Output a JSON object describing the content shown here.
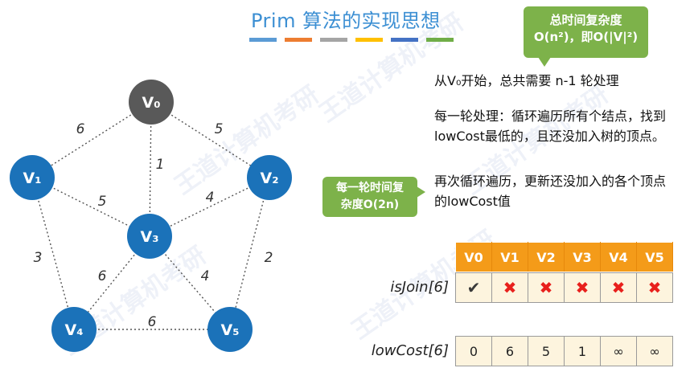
{
  "title": "Prim 算法的实现思想",
  "title_bar_colors": [
    "#5b9bd5",
    "#ed7d31",
    "#a5a5a5",
    "#ffc000",
    "#4472c4",
    "#70ad47"
  ],
  "callouts": {
    "total_time": {
      "line1": "总时间复杂度",
      "line2": "O(n²)，即O(|V|²)"
    },
    "per_round": {
      "line1": "每一轮时间复",
      "line2": "杂度O(2n)"
    }
  },
  "texts": {
    "start": "从V₀开始，总共需要 n-1 轮处理",
    "each_round": "每一轮处理：循环遍历所有个结点，找到lowCost最低的，且还没加入树的顶点。",
    "update": "再次循环遍历，更新还没加入的各个顶点的lowCost值"
  },
  "graph": {
    "nodes": [
      {
        "id": "v0",
        "label": "V₀",
        "color": "#595959"
      },
      {
        "id": "v1",
        "label": "V₁",
        "color": "#1b72b9"
      },
      {
        "id": "v2",
        "label": "V₂",
        "color": "#1b72b9"
      },
      {
        "id": "v3",
        "label": "V₃",
        "color": "#1b72b9"
      },
      {
        "id": "v4",
        "label": "V₄",
        "color": "#1b72b9"
      },
      {
        "id": "v5",
        "label": "V₅",
        "color": "#1b72b9"
      }
    ],
    "edges": [
      {
        "from": "v0",
        "to": "v1",
        "weight": "6"
      },
      {
        "from": "v0",
        "to": "v2",
        "weight": "5"
      },
      {
        "from": "v0",
        "to": "v3",
        "weight": "1"
      },
      {
        "from": "v1",
        "to": "v3",
        "weight": "5"
      },
      {
        "from": "v2",
        "to": "v3",
        "weight": "4"
      },
      {
        "from": "v1",
        "to": "v4",
        "weight": "3"
      },
      {
        "from": "v2",
        "to": "v5",
        "weight": "2"
      },
      {
        "from": "v3",
        "to": "v4",
        "weight": "6"
      },
      {
        "from": "v3",
        "to": "v5",
        "weight": "4"
      },
      {
        "from": "v4",
        "to": "v5",
        "weight": "6"
      }
    ]
  },
  "arrays": {
    "headers": [
      "V0",
      "V1",
      "V2",
      "V3",
      "V4",
      "V5"
    ],
    "isjoin_label": "isJoin[6]",
    "isjoin": [
      "✔",
      "✖",
      "✖",
      "✖",
      "✖",
      "✖"
    ],
    "lowcost_label": "lowCost[6]",
    "lowcost": [
      "0",
      "6",
      "5",
      "1",
      "∞",
      "∞"
    ]
  }
}
